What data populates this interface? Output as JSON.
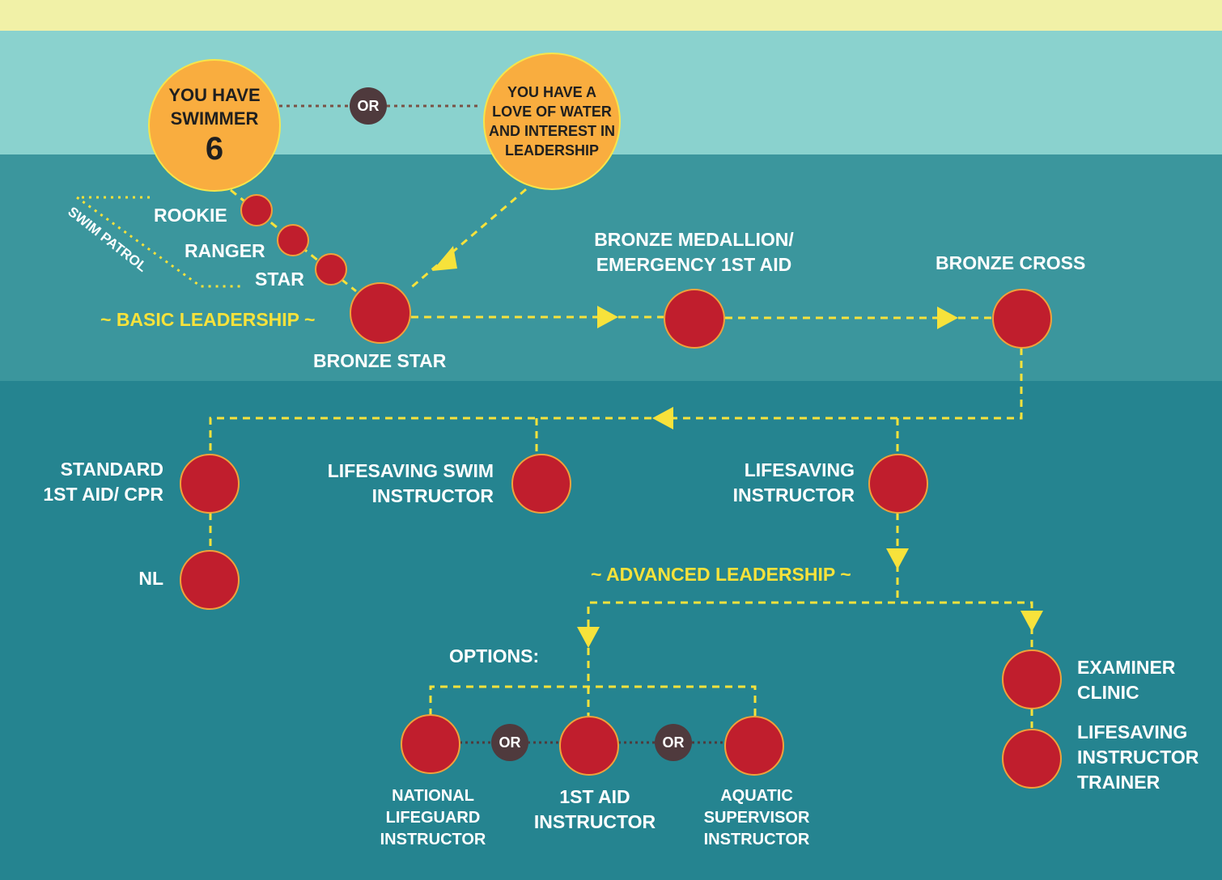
{
  "colors": {
    "top_band": "#f1f1a7",
    "sky": "#8ad2ce",
    "mid_water": "#3b969d",
    "deep_water": "#258490",
    "node_fill": "#c01e2d",
    "node_ring": "#f0a13a",
    "start_fill": "#f9ad3f",
    "path_line": "#f7e23b",
    "or_badge": "#4f3a3d"
  },
  "start": {
    "swimmer": {
      "line1": "YOU HAVE",
      "line2": "SWIMMER",
      "number": "6"
    },
    "or_label": "OR",
    "love_of_water": {
      "line1": "YOU HAVE A",
      "line2": "LOVE OF WATER",
      "line3": "AND INTEREST IN",
      "line4": "LEADERSHIP"
    }
  },
  "swim_patrol": {
    "label": "SWIM PATROL",
    "rookie": "ROOKIE",
    "ranger": "RANGER",
    "star": "STAR"
  },
  "sections": {
    "basic": "~ BASIC LEADERSHIP ~",
    "advanced": "~ ADVANCED LEADERSHIP ~",
    "options": "OPTIONS:"
  },
  "awards": {
    "bronze_star": "BRONZE STAR",
    "bronze_medallion": {
      "line1": "BRONZE MEDALLION/",
      "line2": "EMERGENCY 1ST AID"
    },
    "bronze_cross": "BRONZE CROSS",
    "standard_first_aid": {
      "line1": "STANDARD",
      "line2": "1ST AID/ CPR"
    },
    "nl": "NL",
    "swim_instructor": {
      "line1": "LIFESAVING SWIM",
      "line2": "INSTRUCTOR"
    },
    "lifesaving_instructor": {
      "line1": "LIFESAVING",
      "line2": "INSTRUCTOR"
    },
    "national_lifeguard_instructor": {
      "line1": "NATIONAL",
      "line2": "LIFEGUARD",
      "line3": "INSTRUCTOR"
    },
    "first_aid_instructor": {
      "line1": "1ST AID",
      "line2": "INSTRUCTOR"
    },
    "aquatic_supervisor_instructor": {
      "line1": "AQUATIC",
      "line2": "SUPERVISOR",
      "line3": "INSTRUCTOR"
    },
    "examiner_clinic": {
      "line1": "EXAMINER",
      "line2": "CLINIC"
    },
    "instructor_trainer": {
      "line1": "LIFESAVING",
      "line2": "INSTRUCTOR",
      "line3": "TRAINER"
    }
  },
  "option_or_labels": [
    "OR",
    "OR"
  ]
}
